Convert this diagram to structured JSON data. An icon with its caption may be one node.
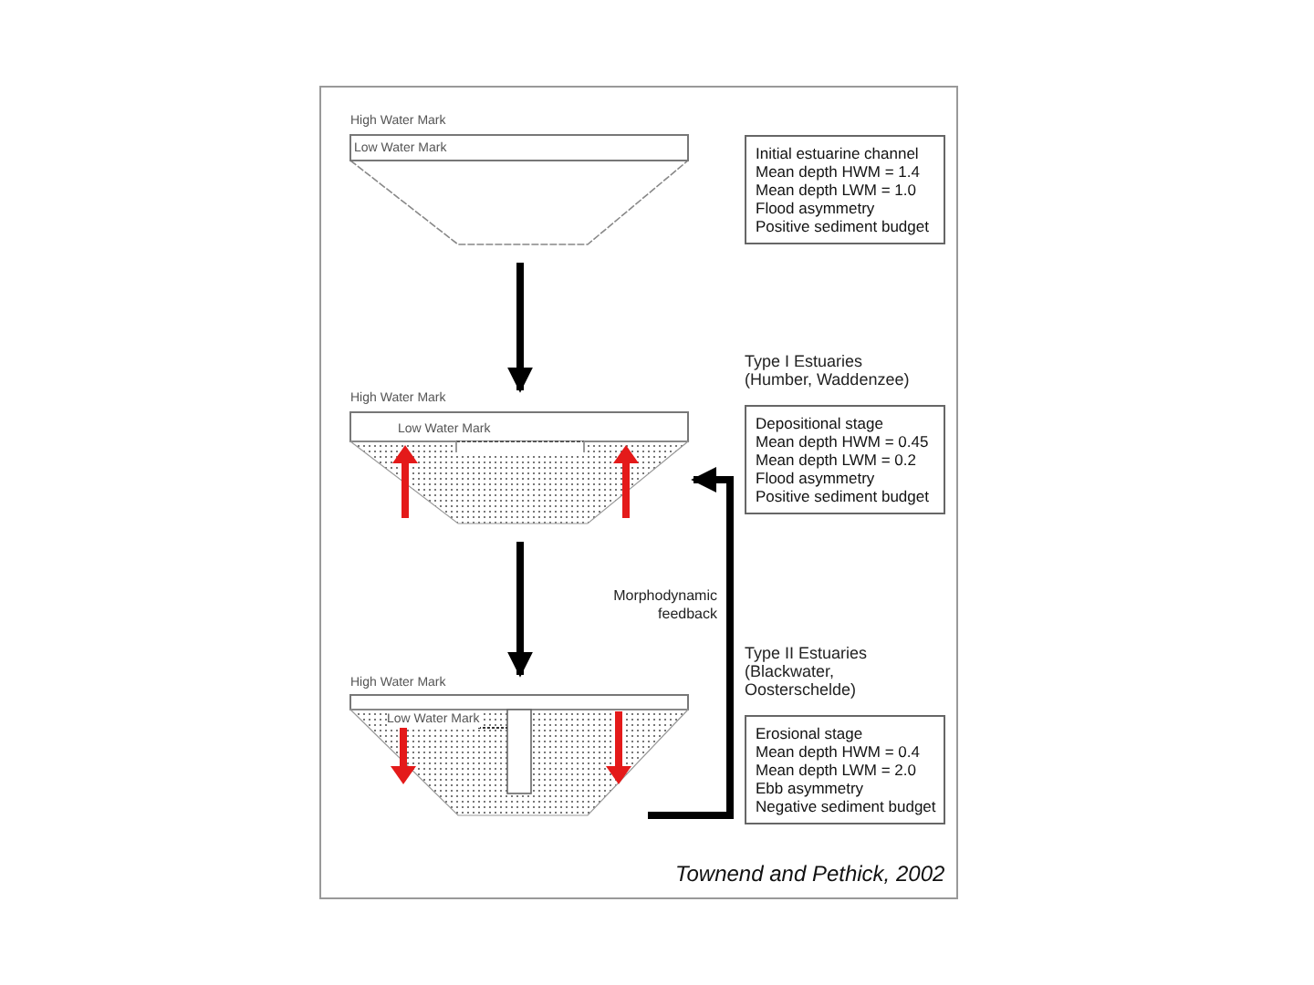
{
  "diagram": {
    "nodes": [
      {
        "text": [
          "High Water Mark",
          "Low Water Mark"
        ]
      },
      {
        "text": [
          "Initial estuarine channel",
          "Mean depth HWM = 1.4",
          "Mean depth LWM = 1.0",
          "Flood asymmetry",
          "Positive sediment budget"
        ]
      },
      {
        "text": [
          "High Water Mark",
          "Low Water Mark"
        ]
      },
      {
        "text": [
          "Type I Estuaries (Humber, Waddenzee)",
          "Depositional stage",
          "Mean depth HWM = 0.45",
          "Mean depth LWM = 0.2",
          "Flood asymmetry",
          "Positive sediment budget"
        ]
      },
      {
        "text": [
          "High Water Mark",
          "Low Water Mark"
        ]
      },
      {
        "text": [
          "Type II Estuaries (Blackwater, Oosterschelde)",
          "Erosional stage",
          "Mean depth HWM = 0.4",
          "Mean depth LWM = 2.0",
          "Ebb asymmetry",
          "Negative sediment budget"
        ]
      }
    ],
    "edges": [
      {
        "from": 0,
        "to": 2,
        "arrow": "to"
      },
      {
        "from": 2,
        "to": 4,
        "arrow": "to"
      },
      {
        "from": 4,
        "to": 2,
        "arrow": "to",
        "label": "Morphodynamic feedback"
      }
    ],
    "caption": "Townend and Pethick, 2002"
  }
}
